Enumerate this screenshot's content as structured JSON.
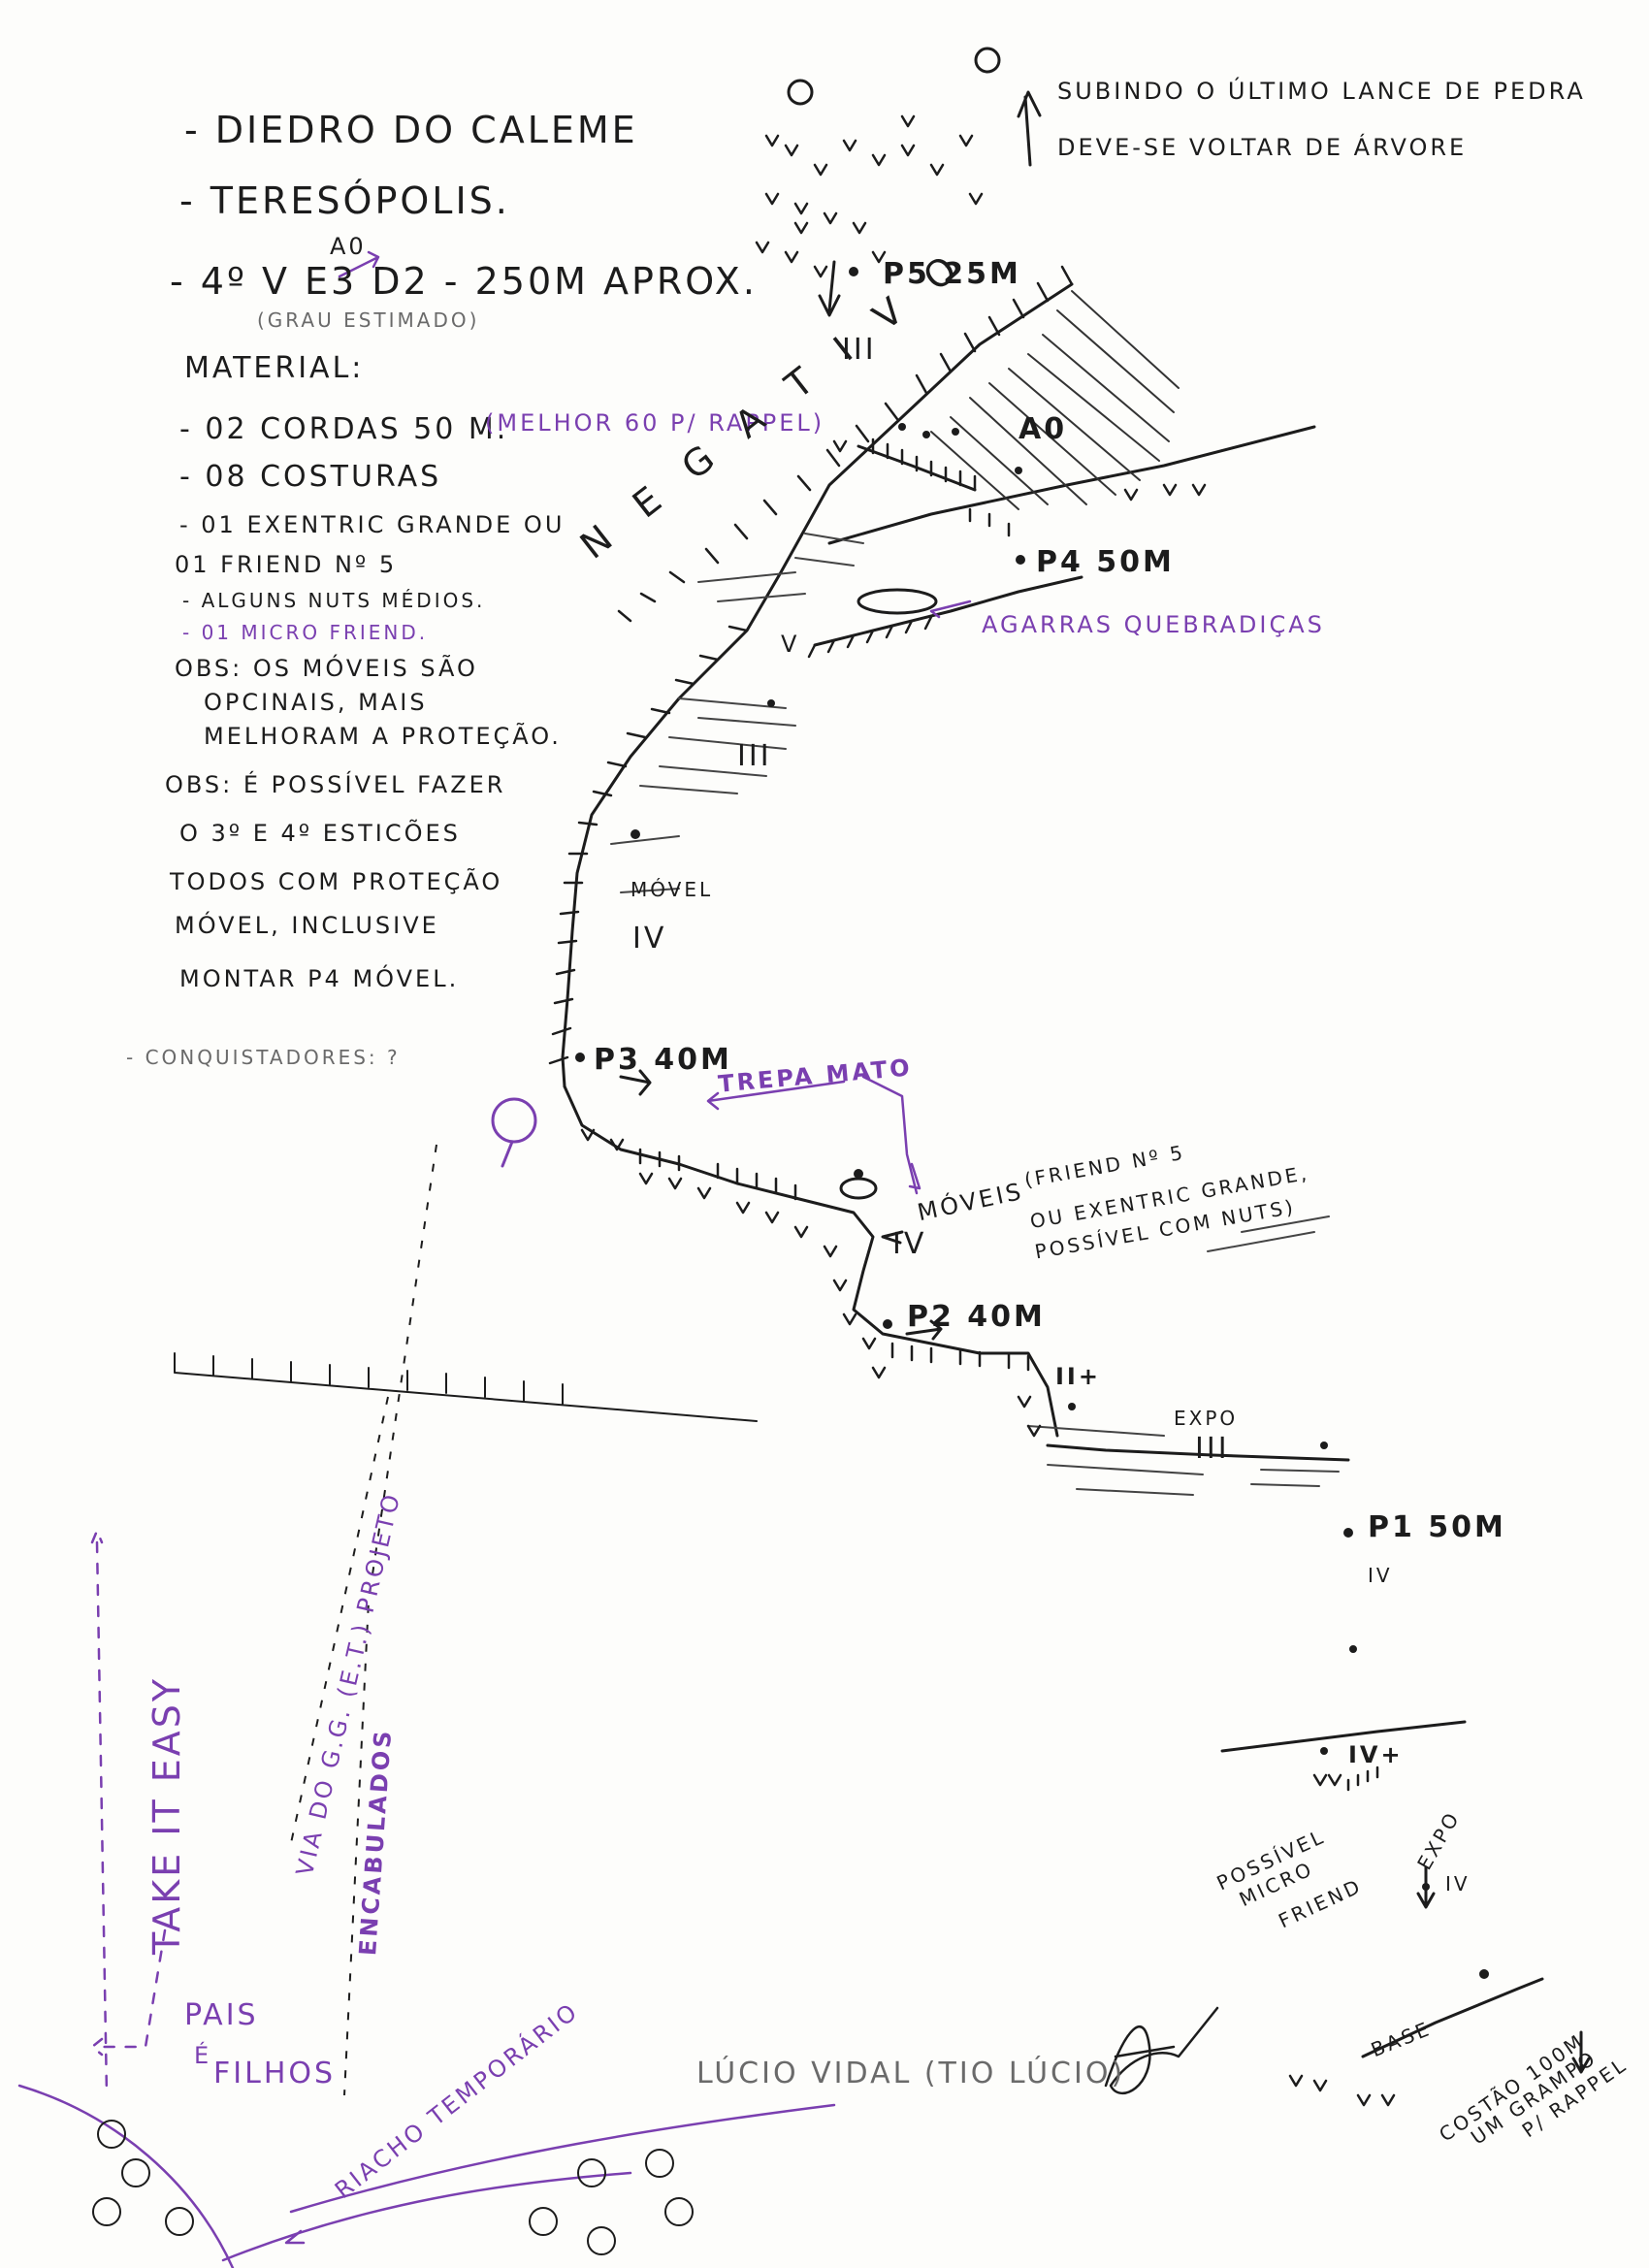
{
  "header": {
    "route_name": "- DIEDRO DO CALEME",
    "location": "- TERESÓPOLIS.",
    "grade": "- 4º V E3 D2 - 250M APROX.",
    "grade_superscript": "A0",
    "grade_note": "(GRAU ESTIMADO)"
  },
  "material": {
    "title": "MATERIAL:",
    "items": [
      "- 02 CORDAS 50 M.",
      "- 08 COSTURAS",
      "- 01 EXENTRIC GRANDE OU",
      "01 FRIEND Nº 5",
      "- ALGUNS NUTS MÉDIOS.",
      "- 01 MICRO FRIEND."
    ],
    "rope_note": "(MELHOR 60 P/ RAPPEL)"
  },
  "notes": {
    "obs1": [
      "OBS: OS MÓVEIS SÃO",
      "OPCINAIS, MAIS",
      "MELHORAM A PROTEÇÃO."
    ],
    "obs2": [
      "OBS: É POSSÍVEL FAZER",
      "O 3º E 4º ESTICÕES",
      "TODOS COM PROTEÇÃO",
      "MÓVEL, INCLUSIVE",
      "MONTAR P4 MÓVEL."
    ],
    "conquistadores": "- CONQUISTADORES: ?"
  },
  "top_note": [
    "SUBINDO O ÚLTIMO LANCE DE PEDRA",
    "DEVE-SE VOLTAR DE ÁRVORE"
  ],
  "belays": {
    "p5": "P5 25M",
    "p4": "P4 50M",
    "p3": "P3 40M",
    "p2": "P2 40M",
    "p1": "P1 50M"
  },
  "grades": {
    "iii_top": "III",
    "a0": "A0",
    "v": "V",
    "iii_mid": "III",
    "iv_upper": "IV",
    "iv_trepa": "IV",
    "ii_plus": "II+",
    "iii_lower": "III",
    "iv_p1": "IV",
    "iv_plus": "IV+",
    "iv_base": "IV"
  },
  "labels": {
    "negativo": "N E G A T I V O",
    "agarras": "AGARRAS QUEBRADIÇAS",
    "movel": "MÓVEL",
    "trepa_mato": "TREPA MATO",
    "moveis": "MÓVEIS",
    "moveis_note": [
      "(FRIEND Nº 5",
      "OU EXENTRIC GRANDE,",
      "POSSÍVEL COM NUTS)"
    ],
    "expo1": "EXPO",
    "expo2": "EXPO",
    "possivel": [
      "POSSÍVEL",
      "MICRO",
      "FRIEND"
    ],
    "base": "BASE",
    "costao": [
      "COSTÃO 100M",
      "UM GRAMPO",
      "P/ RAPPEL"
    ],
    "take_it_easy": "TAKE IT EASY",
    "pais_filhos": [
      "PAIS",
      "É",
      "FILHOS"
    ],
    "via_gg": "VIA DO G.G. (E.T.) PROJETO",
    "encabulados": "ENCABULADOS",
    "riacho": "RIACHO TEMPORÁRIO",
    "author": "LÚCIO VIDAL (TIO LÚCIO)"
  },
  "colors": {
    "ink": "#1c1c1c",
    "purple": "#7a3fb0",
    "gray": "#6a6a6a",
    "paper": "#fdfdfb"
  }
}
